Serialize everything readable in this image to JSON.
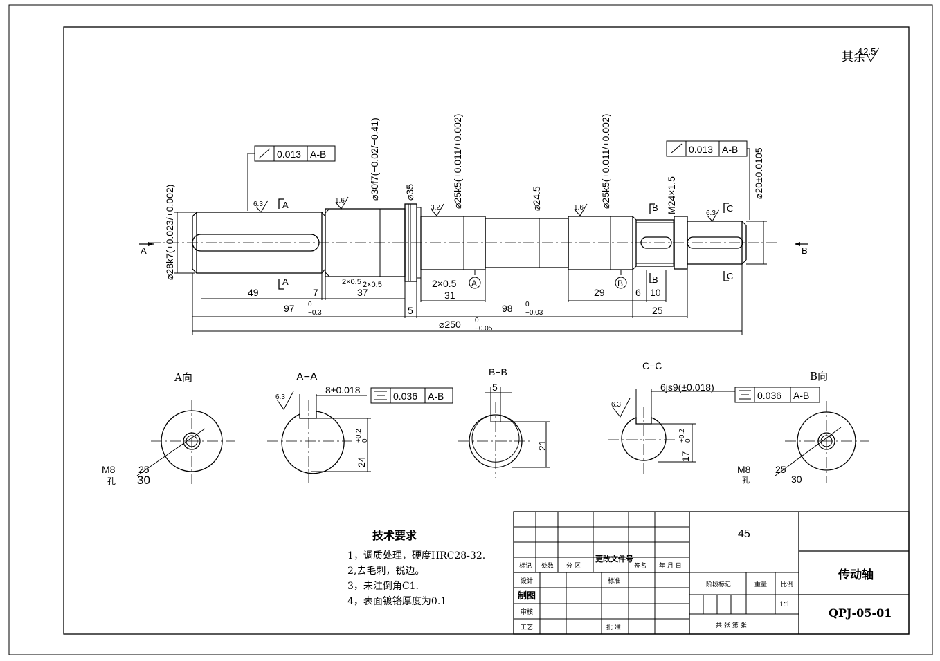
{
  "roughness_note": "其余",
  "roughness_default": "12.5",
  "main_view": {
    "dim_dia28": "⌀28k7(+0.023/+0.002)",
    "dim_dia30": "⌀30f7(−0.02/−0.41)",
    "dim_dia35": "⌀35",
    "dim_dia25a": "⌀25k5(+0.011/+0.002)",
    "dim_dia24_5": "⌀24.5",
    "dim_dia25b": "⌀25k5(+0.011/+0.002)",
    "dim_m24": "M24×1.5",
    "dim_dia20": "⌀20±0.0105",
    "tol_left_value": "0.013",
    "tol_left_ref": "A-B",
    "tol_right_value": "0.013",
    "tol_right_ref": "A-B",
    "rough_6_3a": "6.3",
    "rough_1_6a": "1.6",
    "rough_3_2": "3.2",
    "rough_1_6b": "1.6",
    "rough_6_3b": "6.3",
    "sec_a": "A",
    "sec_b": "B",
    "sec_c": "C",
    "dim_49": "49",
    "dim_7": "7",
    "dim_37": "37",
    "groove_1": "2×0.5",
    "groove_2": "2×0.5",
    "groove_3": "2×0.5",
    "dim_31": "31",
    "dim_29": "29",
    "dim_6": "6",
    "dim_10": "10",
    "dim_97": "97",
    "dim_97_tol_up": "0",
    "dim_97_tol_low": "−0.3",
    "dim_5": "5",
    "dim_98": "98",
    "dim_98_tol_up": "0",
    "dim_98_tol_low": "−0.03",
    "dim_25": "25",
    "dim_250": "⌀250",
    "dim_250_tol_up": "0",
    "dim_250_tol_low": "−0.05",
    "datum_a": "A",
    "datum_b": "B"
  },
  "sections": {
    "view_a_title": "A向",
    "aa_title": "A−A",
    "bb_title": "B−B",
    "cc_title": "C−C",
    "view_b_title": "B向",
    "m8_left": "M8",
    "depth_25_left": "25",
    "hole_left": "孔",
    "depth_30_left": "30",
    "aa_width": "8±0.018",
    "aa_sym_value": "0.036",
    "aa_sym_ref": "A-B",
    "aa_rough": "6.3",
    "aa_depth": "24",
    "aa_depth_tol_up": "+0.2",
    "aa_depth_tol_low": "0",
    "bb_width": "5",
    "bb_depth": "21",
    "cc_width": "6js9(±0.018)",
    "cc_sym_value": "0.036",
    "cc_sym_ref": "A-B",
    "cc_rough": "6.3",
    "cc_depth": "17",
    "cc_depth_tol_up": "+0.2",
    "cc_depth_tol_low": "0",
    "m8_right": "M8",
    "depth_25_right": "25",
    "hole_right": "孔",
    "depth_30_right": "30"
  },
  "notes": {
    "title": "技术要求",
    "items": [
      "1，调质处理，硬度HRC28-32.",
      "2,去毛刺，锐边。",
      "3，未注倒角C1.",
      "4，表面镀铬厚度为0.1"
    ]
  },
  "title_block": {
    "material": "45",
    "part_name": "传动轴",
    "drawing_no": "QPJ-05-01",
    "scale": "1:1",
    "col_mark": "标记",
    "col_count": "处数",
    "col_zone": "分 区",
    "col_change_doc": "更改文件号",
    "col_sign": "签名",
    "col_date": "年 月 日",
    "row_design": "设计",
    "row_standard": "标准",
    "row_draw": "制图",
    "row_check": "审核",
    "row_process": "工艺",
    "row_approve": "批 准",
    "stage_mark": "阶段标记",
    "weight": "重量",
    "ratio": "比例",
    "sheets": "共    张  第    张"
  }
}
